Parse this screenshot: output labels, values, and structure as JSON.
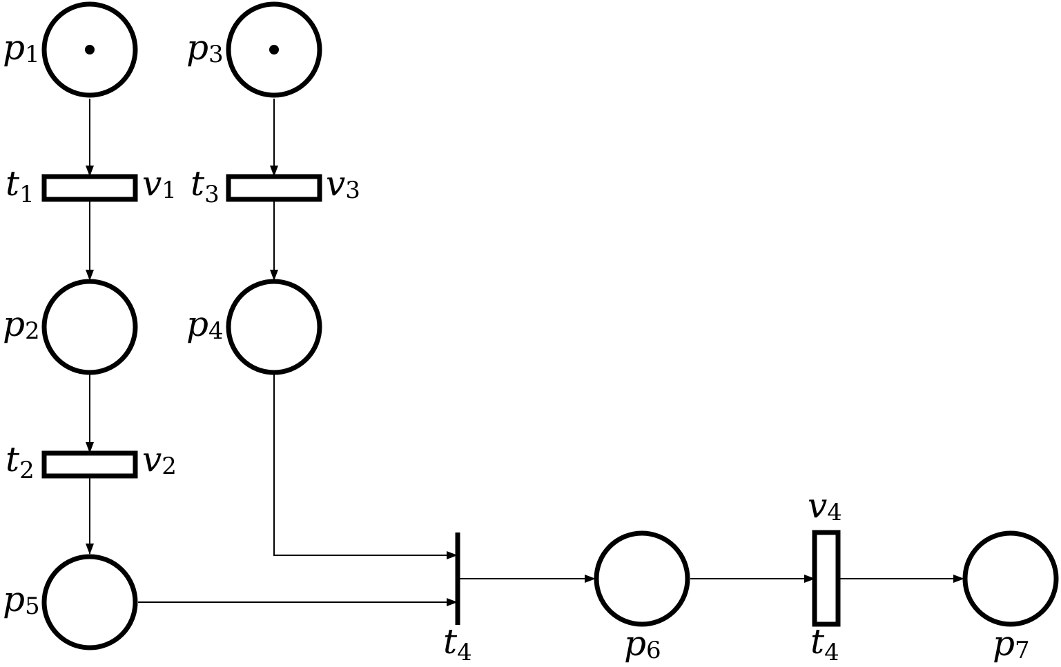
{
  "places": [
    {
      "id": "p1",
      "name": "p",
      "sub": "1",
      "tokens": 1
    },
    {
      "id": "p2",
      "name": "p",
      "sub": "2",
      "tokens": 0
    },
    {
      "id": "p3",
      "name": "p",
      "sub": "3",
      "tokens": 1
    },
    {
      "id": "p4",
      "name": "p",
      "sub": "4",
      "tokens": 0
    },
    {
      "id": "p5",
      "name": "p",
      "sub": "5",
      "tokens": 0
    },
    {
      "id": "p6",
      "name": "p",
      "sub": "6",
      "tokens": 0
    },
    {
      "id": "p7",
      "name": "p",
      "sub": "7",
      "tokens": 0
    }
  ],
  "transitions": [
    {
      "id": "t1",
      "kind": "timed",
      "name": "t",
      "sub": "1",
      "rate_name": "v",
      "rate_sub": "1"
    },
    {
      "id": "t3",
      "kind": "timed",
      "name": "t",
      "sub": "3",
      "rate_name": "v",
      "rate_sub": "3"
    },
    {
      "id": "t2",
      "kind": "timed",
      "name": "t",
      "sub": "2",
      "rate_name": "v",
      "rate_sub": "2"
    },
    {
      "id": "t4_immediate",
      "kind": "immediate",
      "name": "t",
      "sub": "4"
    },
    {
      "id": "t4_timed",
      "kind": "timed",
      "name": "t",
      "sub": "4",
      "rate_name": "v",
      "rate_sub": "4"
    }
  ],
  "arcs": [
    {
      "from": "p1",
      "to": "t1"
    },
    {
      "from": "t1",
      "to": "p2"
    },
    {
      "from": "p2",
      "to": "t2"
    },
    {
      "from": "t2",
      "to": "p5"
    },
    {
      "from": "p3",
      "to": "t3"
    },
    {
      "from": "t3",
      "to": "p4"
    },
    {
      "from": "p4",
      "to": "t4_immediate"
    },
    {
      "from": "p5",
      "to": "t4_immediate"
    },
    {
      "from": "t4_immediate",
      "to": "p6"
    },
    {
      "from": "p6",
      "to": "t4_timed"
    },
    {
      "from": "t4_timed",
      "to": "p7"
    }
  ]
}
